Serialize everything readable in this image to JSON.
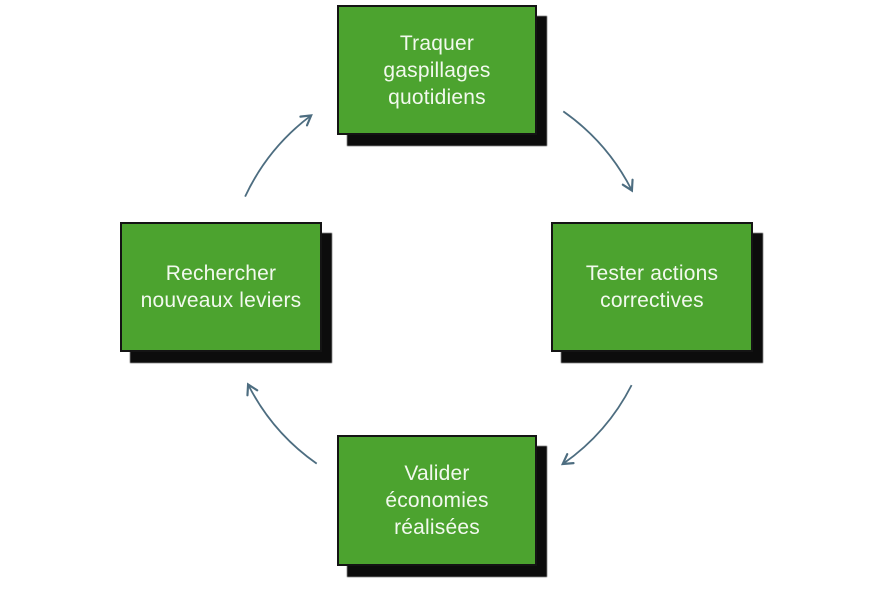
{
  "diagram": {
    "type": "cycle",
    "direction": "clockwise",
    "boxes": [
      {
        "id": "top",
        "label": "Traquer\ngaspillages\nquotidiens"
      },
      {
        "id": "right",
        "label": "Tester actions\ncorrectives"
      },
      {
        "id": "bottom",
        "label": "Valider\néconomies\nréalisées"
      },
      {
        "id": "left",
        "label": "Rechercher\nnouveaux leviers"
      }
    ],
    "arrows": [
      {
        "from": "top",
        "to": "right"
      },
      {
        "from": "right",
        "to": "bottom"
      },
      {
        "from": "bottom",
        "to": "left"
      },
      {
        "from": "left",
        "to": "top"
      }
    ],
    "colors": {
      "box_fill": "#4CA32F",
      "box_border": "#141414",
      "box_text": "#F2F9EE",
      "shadow": "#0c0c0c",
      "arrow": "#4d6d80",
      "background": "#ffffff"
    }
  }
}
